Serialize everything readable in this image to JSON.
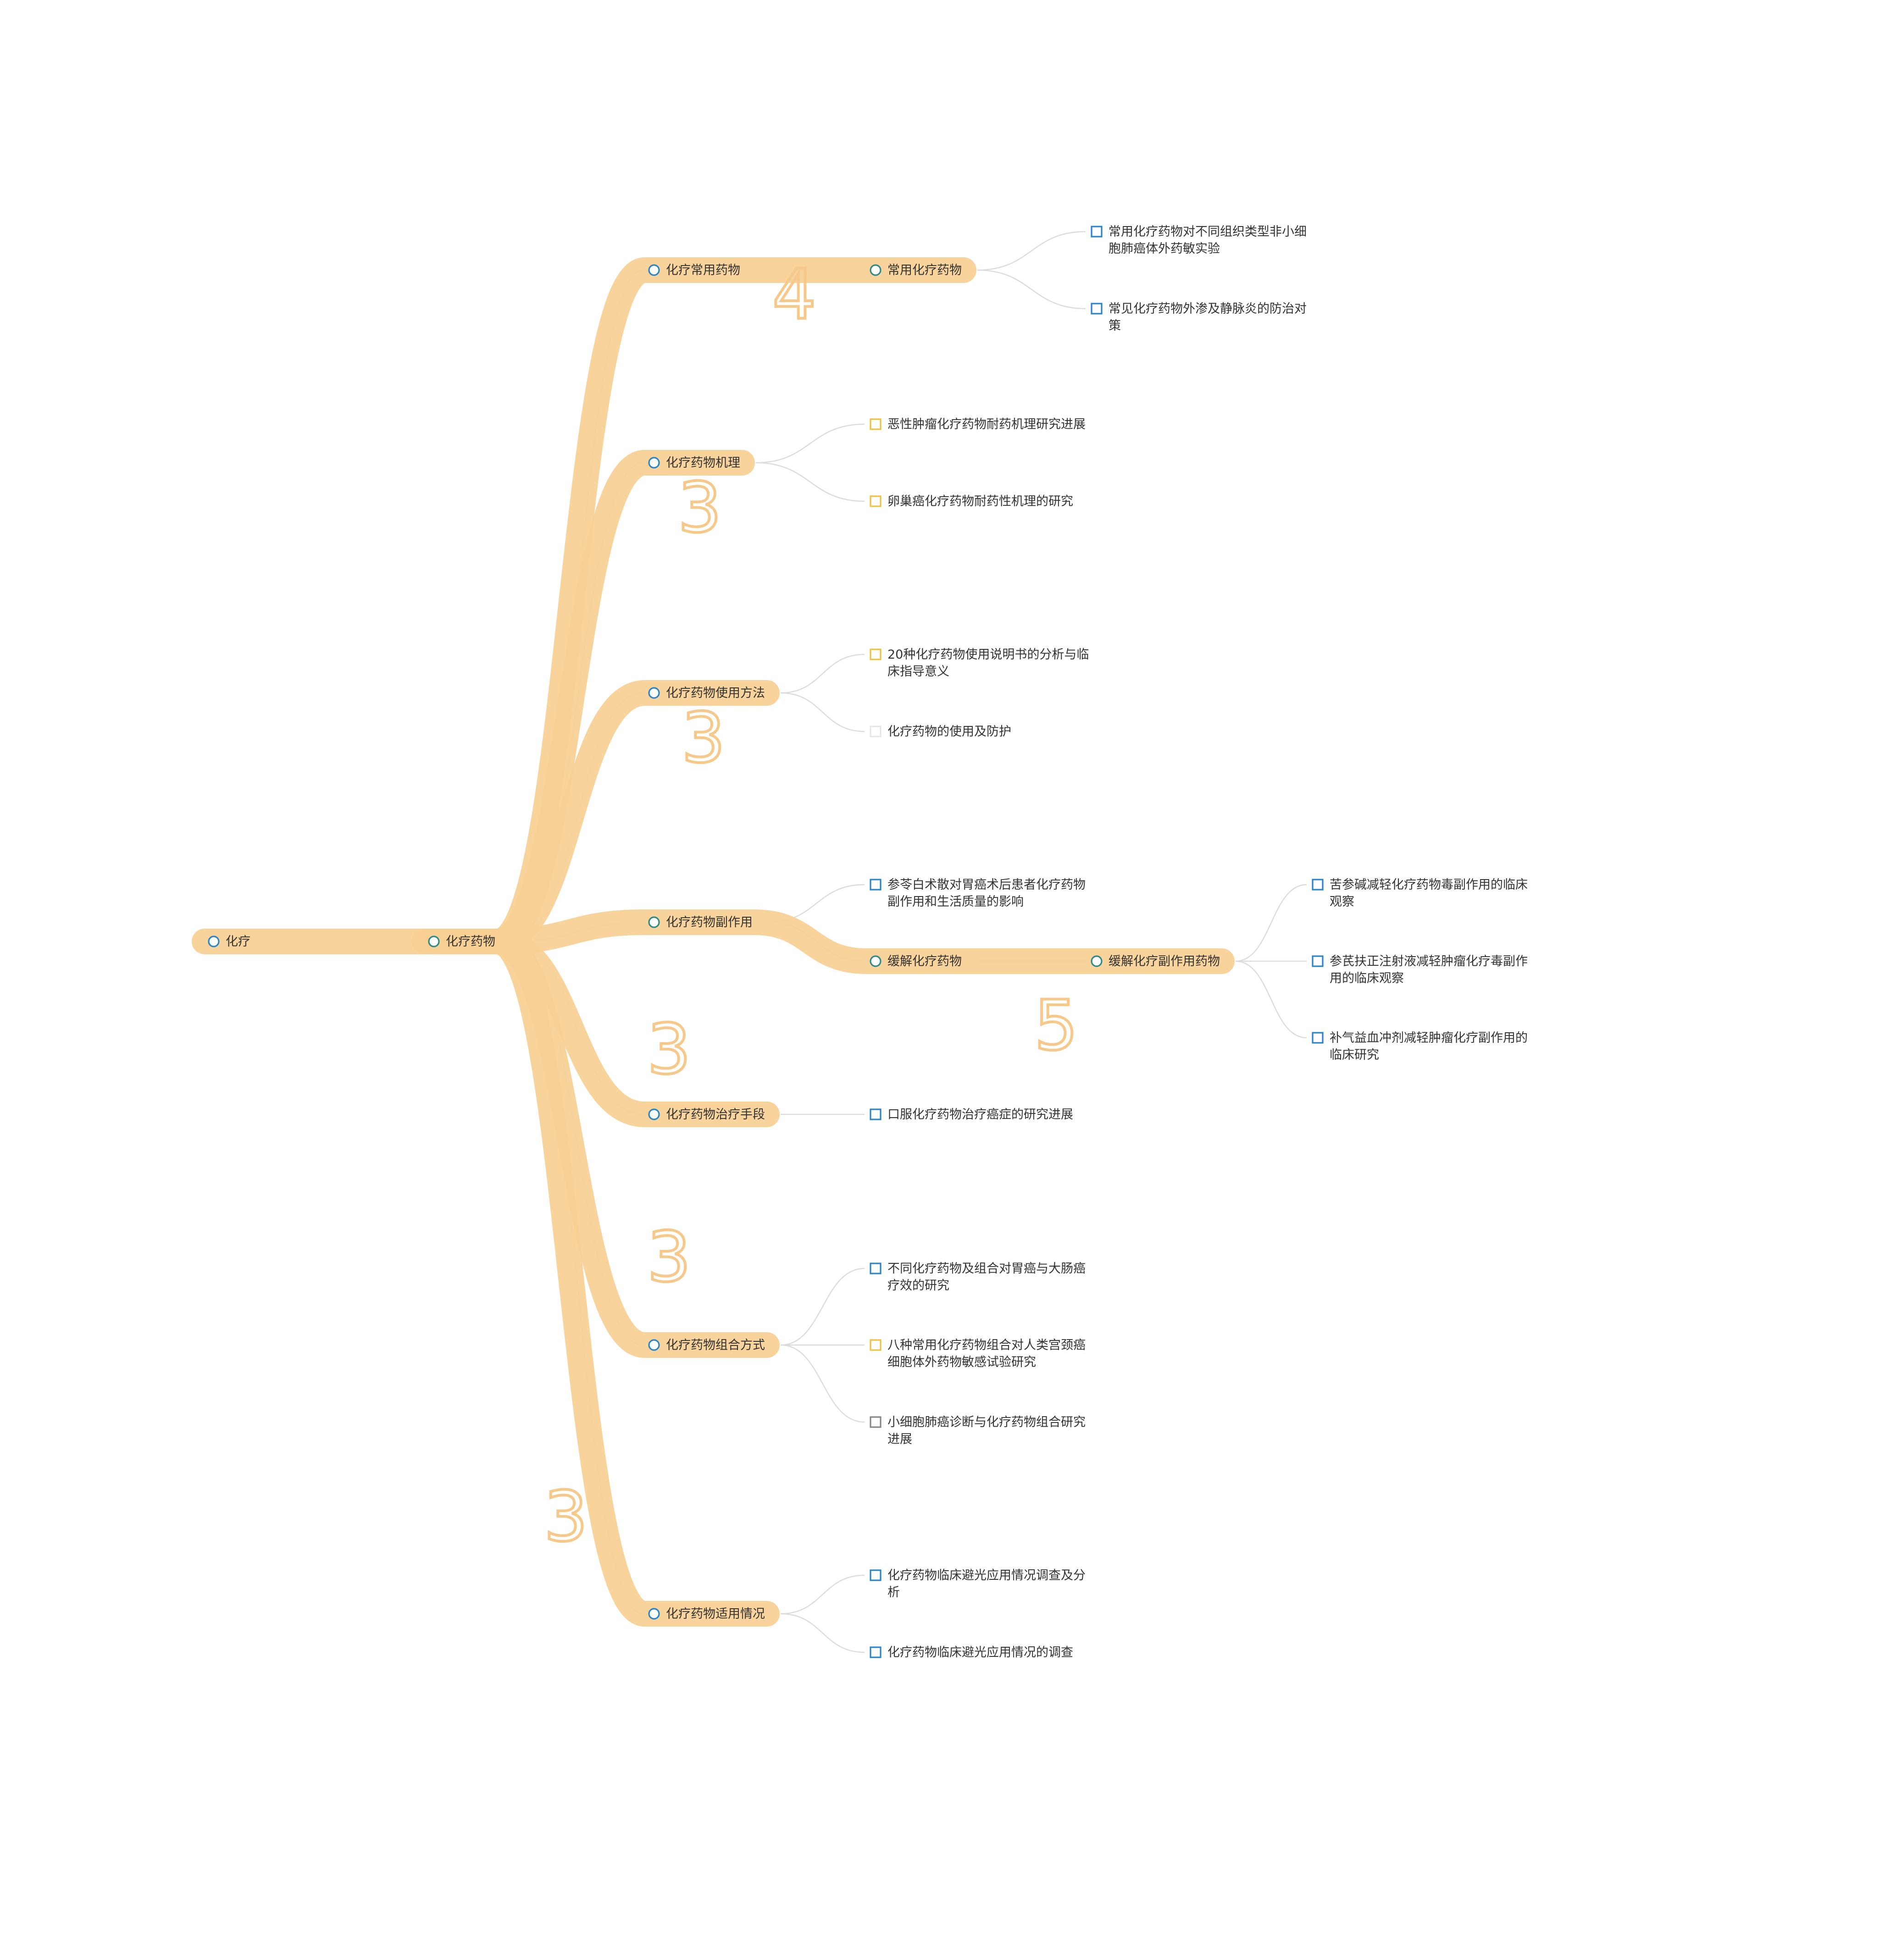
{
  "colors": {
    "highlight": "#f8cf94",
    "number": "#f6c88a",
    "link": "#dcdcdc",
    "text": "#333333",
    "node_blue": "#2a86c8",
    "node_teal": "#2f8a8a",
    "node_yellow": "#f0c040",
    "node_gray": "#888888",
    "node_faint": "#e6e6e6"
  },
  "nodes": [
    {
      "id": "root",
      "label": [
        "化疗"
      ],
      "marker": "circle",
      "color": "node_blue"
    },
    {
      "id": "drugs",
      "label": [
        "化疗药物"
      ],
      "marker": "circle",
      "color": "node_teal"
    },
    {
      "id": "common",
      "label": [
        "化疗常用药物"
      ],
      "marker": "circle",
      "color": "node_blue"
    },
    {
      "id": "mech",
      "label": [
        "化疗药物机理"
      ],
      "marker": "circle",
      "color": "node_blue"
    },
    {
      "id": "usage",
      "label": [
        "化疗药物使用方法"
      ],
      "marker": "circle",
      "color": "node_blue"
    },
    {
      "id": "side",
      "label": [
        "化疗药物副作用"
      ],
      "marker": "circle",
      "color": "node_teal"
    },
    {
      "id": "means",
      "label": [
        "化疗药物治疗手段"
      ],
      "marker": "circle",
      "color": "node_blue"
    },
    {
      "id": "combo",
      "label": [
        "化疗药物组合方式"
      ],
      "marker": "circle",
      "color": "node_blue"
    },
    {
      "id": "apply",
      "label": [
        "化疗药物适用情况"
      ],
      "marker": "circle",
      "color": "node_blue"
    },
    {
      "id": "common2",
      "label": [
        "常用化疗药物"
      ],
      "marker": "circle",
      "color": "node_teal"
    },
    {
      "id": "c_l1",
      "label": [
        "常用化疗药物对不同组织类型非小细",
        "胞肺癌体外药敏实验"
      ],
      "marker": "square",
      "color": "node_blue"
    },
    {
      "id": "c_l2",
      "label": [
        "常见化疗药物外渗及静脉炎的防治对",
        "策"
      ],
      "marker": "square",
      "color": "node_blue"
    },
    {
      "id": "m_l1",
      "label": [
        "恶性肿瘤化疗药物耐药机理研究进展"
      ],
      "marker": "square",
      "color": "node_yellow"
    },
    {
      "id": "m_l2",
      "label": [
        "卵巢癌化疗药物耐药性机理的研究"
      ],
      "marker": "square",
      "color": "node_yellow"
    },
    {
      "id": "u_l1",
      "label": [
        "20种化疗药物使用说明书的分析与临",
        "床指导意义"
      ],
      "marker": "square",
      "color": "node_yellow"
    },
    {
      "id": "u_l2",
      "label": [
        "化疗药物的使用及防护"
      ],
      "marker": "square",
      "color": "node_faint"
    },
    {
      "id": "s_l1",
      "label": [
        "参苓白术散对胃癌术后患者化疗药物",
        "副作用和生活质量的影响"
      ],
      "marker": "square",
      "color": "node_blue"
    },
    {
      "id": "relieve",
      "label": [
        "缓解化疗药物"
      ],
      "marker": "circle",
      "color": "node_teal"
    },
    {
      "id": "relieve2",
      "label": [
        "缓解化疗副作用药物"
      ],
      "marker": "circle",
      "color": "node_teal"
    },
    {
      "id": "r_l1",
      "label": [
        "苦参碱减轻化疗药物毒副作用的临床",
        "观察"
      ],
      "marker": "square",
      "color": "node_blue"
    },
    {
      "id": "r_l2",
      "label": [
        "参芪扶正注射液减轻肿瘤化疗毒副作",
        "用的临床观察"
      ],
      "marker": "square",
      "color": "node_blue"
    },
    {
      "id": "r_l3",
      "label": [
        "补气益血冲剂减轻肿瘤化疗副作用的",
        "临床研究"
      ],
      "marker": "square",
      "color": "node_blue"
    },
    {
      "id": "t_l1",
      "label": [
        "口服化疗药物治疗癌症的研究进展"
      ],
      "marker": "square",
      "color": "node_blue"
    },
    {
      "id": "co_l1",
      "label": [
        "不同化疗药物及组合对胃癌与大肠癌",
        "疗效的研究"
      ],
      "marker": "square",
      "color": "node_blue"
    },
    {
      "id": "co_l2",
      "label": [
        "八种常用化疗药物组合对人类宫颈癌",
        "细胞体外药物敏感试验研究"
      ],
      "marker": "square",
      "color": "node_yellow"
    },
    {
      "id": "co_l3",
      "label": [
        "小细胞肺癌诊断与化疗药物组合研究",
        "进展"
      ],
      "marker": "square",
      "color": "node_gray"
    },
    {
      "id": "a_l1",
      "label": [
        "化疗药物临床避光应用情况调查及分",
        "析"
      ],
      "marker": "square",
      "color": "node_blue"
    },
    {
      "id": "a_l2",
      "label": [
        "化疗药物临床避光应用情况的调查"
      ],
      "marker": "square",
      "color": "node_blue"
    }
  ],
  "edges": [
    [
      "root",
      "drugs"
    ],
    [
      "drugs",
      "common"
    ],
    [
      "drugs",
      "mech"
    ],
    [
      "drugs",
      "usage"
    ],
    [
      "drugs",
      "side"
    ],
    [
      "drugs",
      "means"
    ],
    [
      "drugs",
      "combo"
    ],
    [
      "drugs",
      "apply"
    ],
    [
      "common",
      "common2"
    ],
    [
      "common2",
      "c_l1"
    ],
    [
      "common2",
      "c_l2"
    ],
    [
      "mech",
      "m_l1"
    ],
    [
      "mech",
      "m_l2"
    ],
    [
      "usage",
      "u_l1"
    ],
    [
      "usage",
      "u_l2"
    ],
    [
      "side",
      "s_l1"
    ],
    [
      "side",
      "relieve"
    ],
    [
      "relieve",
      "relieve2"
    ],
    [
      "relieve2",
      "r_l1"
    ],
    [
      "relieve2",
      "r_l2"
    ],
    [
      "relieve2",
      "r_l3"
    ],
    [
      "means",
      "t_l1"
    ],
    [
      "combo",
      "co_l1"
    ],
    [
      "combo",
      "co_l2"
    ],
    [
      "combo",
      "co_l3"
    ],
    [
      "apply",
      "a_l1"
    ],
    [
      "apply",
      "a_l2"
    ]
  ],
  "highlighted_paths": [
    [
      "root",
      "drugs"
    ],
    [
      "drugs",
      "common",
      "common2"
    ],
    [
      "drugs",
      "mech"
    ],
    [
      "drugs",
      "usage"
    ],
    [
      "drugs",
      "side",
      "relieve",
      "relieve2"
    ],
    [
      "drugs",
      "means"
    ],
    [
      "drugs",
      "combo"
    ],
    [
      "drugs",
      "apply"
    ]
  ],
  "annotations": [
    {
      "text": "4",
      "near": "common"
    },
    {
      "text": "3",
      "near": "mech"
    },
    {
      "text": "3",
      "near": "usage"
    },
    {
      "text": "5",
      "near": "relieve"
    },
    {
      "text": "3",
      "near": "means"
    },
    {
      "text": "3",
      "near": "combo"
    },
    {
      "text": "3",
      "near": "apply"
    }
  ]
}
